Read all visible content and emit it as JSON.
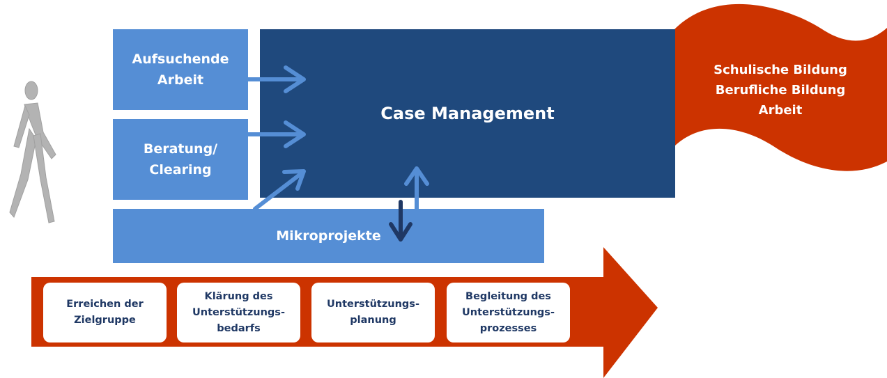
{
  "left_boxes": [
    {
      "label": "Aufsuchende\nArbeit"
    },
    {
      "label": "Beratung/\nClearing"
    }
  ],
  "center": {
    "label": "Case Management"
  },
  "bottom_box": {
    "label": "Mikroprojekte"
  },
  "banner": {
    "lines": [
      "Schulische Bildung",
      "Berufliche Bildung",
      "Arbeit"
    ]
  },
  "process_steps": [
    {
      "label": "Erreichen der\nZielgruppe"
    },
    {
      "label": "Klärung des\nUnterstützungs-\nbedarfs"
    },
    {
      "label": "Unterstützungs-\nplanung"
    },
    {
      "label": "Begleitung des\nUnterstützungs-\nprozesses"
    }
  ],
  "colors": {
    "light_blue": "#558ed5",
    "dark_blue": "#1f497d",
    "red": "#cc3300",
    "figure": "#b3b3b3"
  },
  "icons": [
    "walking-person-icon"
  ]
}
